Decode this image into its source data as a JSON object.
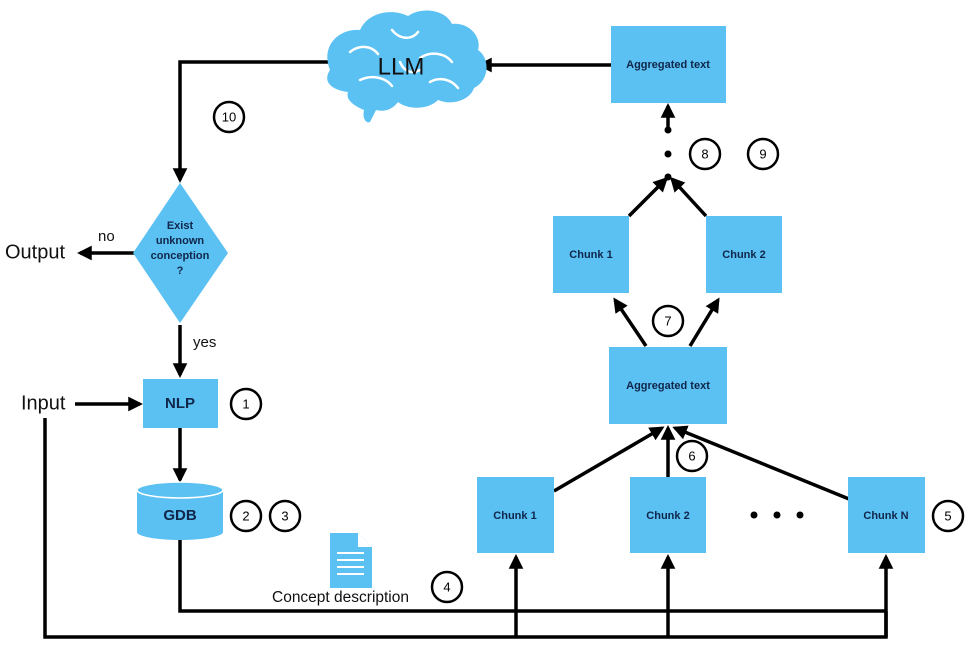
{
  "diagram": {
    "accent_color": "#5bc0f2",
    "text_color": "#10264a",
    "llm": {
      "label": "LLM",
      "icon": "brain-icon"
    },
    "decision": {
      "lines": [
        "Exist",
        "unknown",
        "conception",
        "?"
      ],
      "no_label": "no",
      "yes_label": "yes"
    },
    "output_label": "Output",
    "input_label": "Input",
    "nlp_label": "NLP",
    "gdb_label": "GDB",
    "concept_doc": {
      "label": "Concept description",
      "icon": "document-icon"
    },
    "aggregated_top_label": "Aggregated text",
    "aggregated_mid_label": "Aggregated text",
    "mid_chunks": [
      "Chunk 1",
      "Chunk 2"
    ],
    "bottom_chunks": [
      "Chunk 1",
      "Chunk 2",
      "Chunk N"
    ],
    "ellipsis": "• • •",
    "steps": [
      "1",
      "2",
      "3",
      "4",
      "5",
      "6",
      "7",
      "8",
      "9",
      "10"
    ]
  }
}
